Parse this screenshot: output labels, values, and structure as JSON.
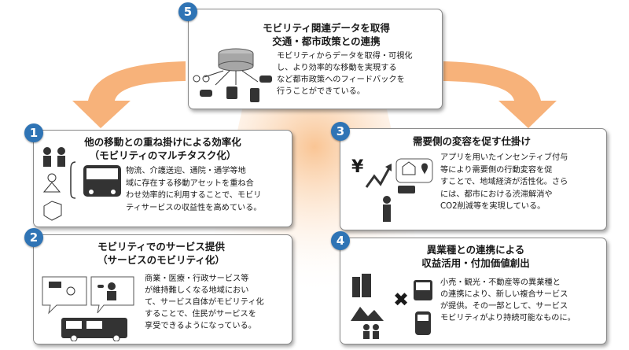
{
  "colors": {
    "badge": "#2f74b5",
    "arrow": "#f6a463",
    "glow": "#fbd7b3",
    "border": "#8a8a8a"
  },
  "panels": {
    "p5": {
      "number": "5",
      "title": [
        "モビリティ関連データを取得",
        "交通・都市政策との連携"
      ],
      "body": [
        "モビリティからデータを取得・可視化",
        "し、より効率的な移動を実現する",
        "など都市政策へのフィードバックを",
        "行うことができている。"
      ]
    },
    "p1": {
      "number": "1",
      "title": [
        "他の移動との重ね掛けによる効率化",
        "（モビリティのマルチタスク化）"
      ],
      "body": [
        "物流、介護送迎、通院・通学等地",
        "域に存在する移動アセットを重ね合",
        "わせ効率的に利用することで、モビリ",
        "ティサービスの収益性を高めている。"
      ]
    },
    "p2": {
      "number": "2",
      "title": [
        "モビリティでのサービス提供",
        "（サービスのモビリティ化）"
      ],
      "body": [
        "商業・医療・行政サービス等",
        "が維持難しくなる地域におい",
        "て、サービス自体がモビリティ化",
        "することで、住民がサービスを",
        "享受できるようになっている。"
      ]
    },
    "p3": {
      "number": "3",
      "title": [
        "需要側の変容を促す仕掛け"
      ],
      "body": [
        "アプリを用いたインセンティブ付与",
        "等により需要側の行動変容を促",
        "すことで、地域経済が活性化。さら",
        "には、都市における渋滞解消や",
        "CO2削減等を実現している。"
      ]
    },
    "p4": {
      "number": "4",
      "title": [
        "異業種との連携による",
        "収益活用・付加価値創出"
      ],
      "body": [
        "小売・観光・不動産等の異業種と",
        "の連携により、新しい複合サービス",
        "が提供。その一部として、サービス",
        "モビリティがより持続可能なものに。"
      ]
    }
  },
  "icons": {
    "yen": "¥",
    "times": "✖"
  }
}
